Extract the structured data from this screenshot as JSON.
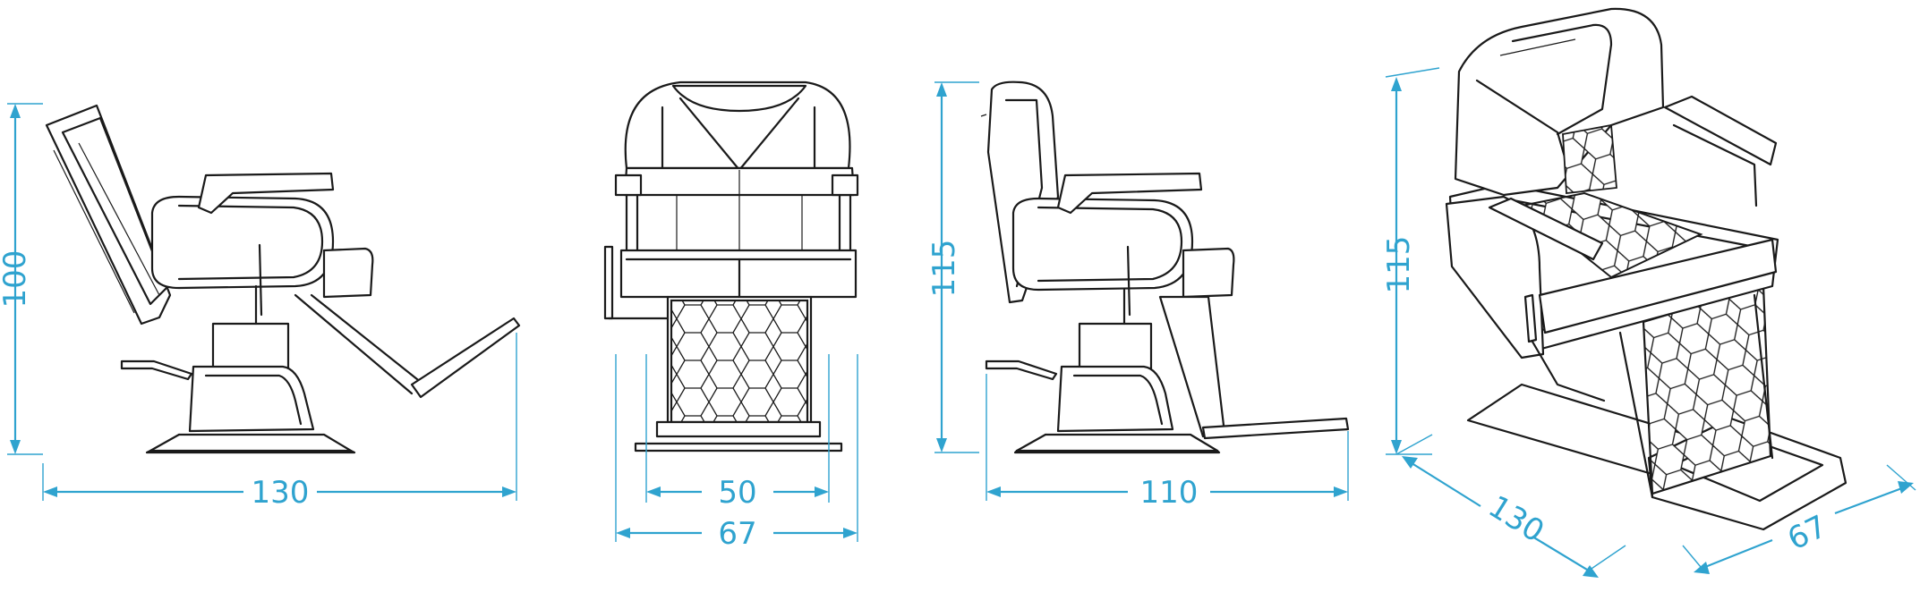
{
  "views": {
    "side_reclined": {
      "height": "100",
      "length": "130"
    },
    "front": {
      "inner_width": "50",
      "outer_width": "67"
    },
    "side_upright": {
      "height": "115",
      "length": "110"
    },
    "isometric": {
      "height": "115",
      "length": "130",
      "width": "67"
    }
  },
  "colors": {
    "dimension": "#2fa3cf",
    "line": "#1a1a1a"
  }
}
